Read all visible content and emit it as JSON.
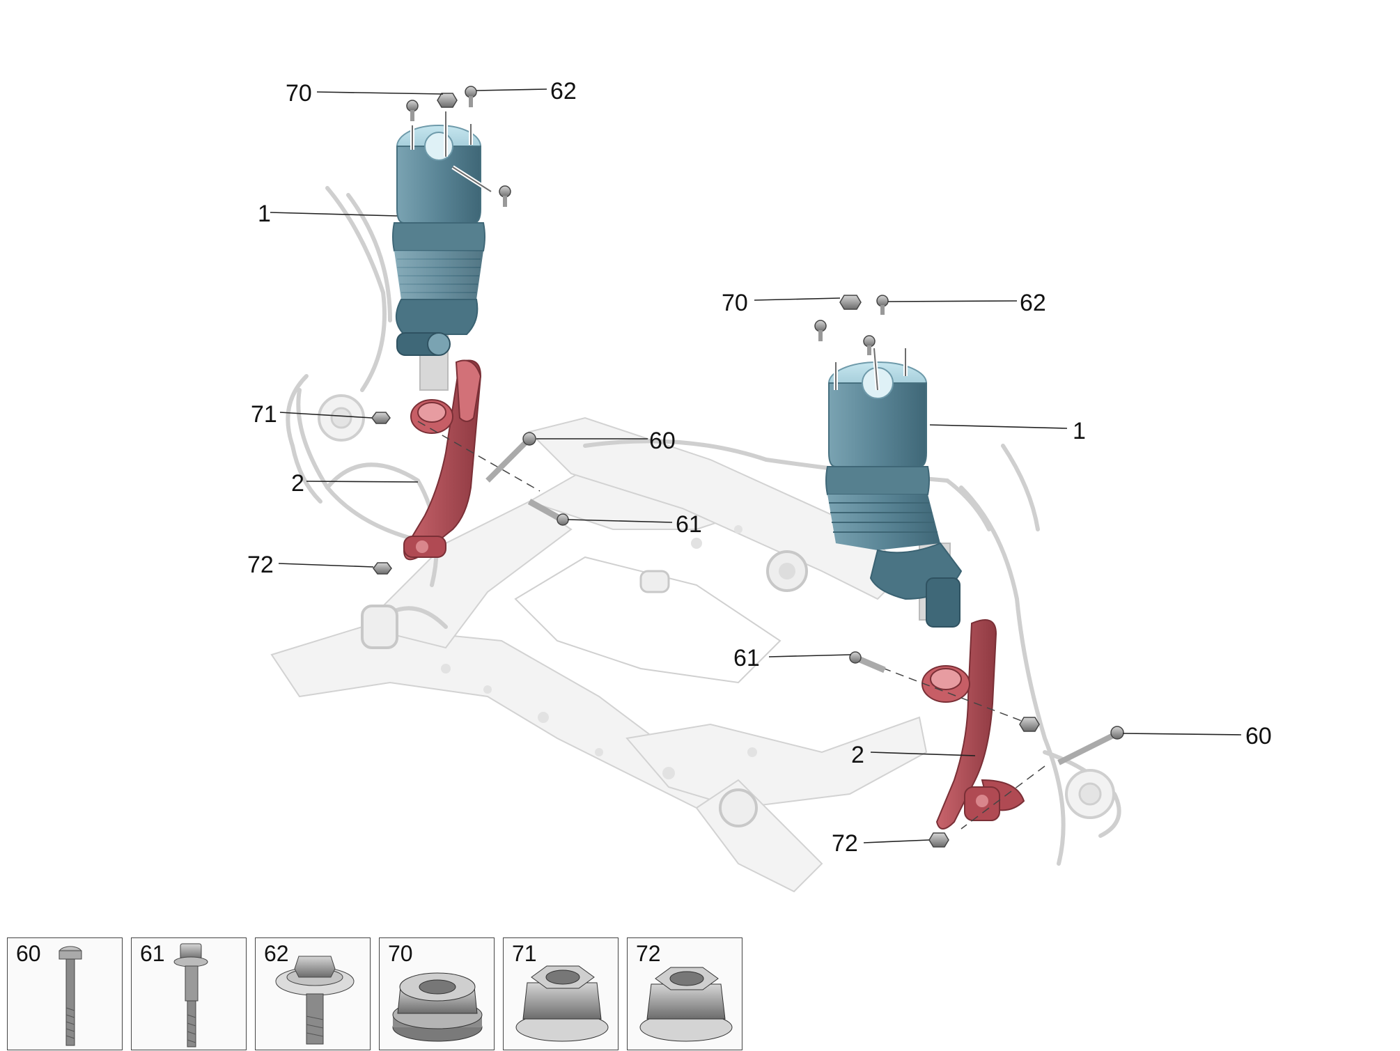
{
  "callouts": {
    "left_70": "70",
    "left_62": "62",
    "left_1": "1",
    "left_71": "71",
    "left_60": "60",
    "left_2": "2",
    "left_61": "61",
    "left_72": "72",
    "right_70": "70",
    "right_62": "62",
    "right_1": "1",
    "right_61": "61",
    "right_60": "60",
    "right_2": "2",
    "right_72": "72"
  },
  "thumbnails": [
    {
      "label": "60",
      "icon": "bolt-long-icon"
    },
    {
      "label": "61",
      "icon": "bolt-shouldered-icon"
    },
    {
      "label": "62",
      "icon": "flange-bolt-icon"
    },
    {
      "label": "70",
      "icon": "collar-nut-icon"
    },
    {
      "label": "71",
      "icon": "flange-nut-icon"
    },
    {
      "label": "72",
      "icon": "flange-nut-icon"
    }
  ],
  "colors": {
    "air_strut": "#6f95a3",
    "air_strut_top": "#a9d2df",
    "control_arm": "#b5525a",
    "subframe": "#cfcfcf",
    "hardware": "#888888"
  }
}
